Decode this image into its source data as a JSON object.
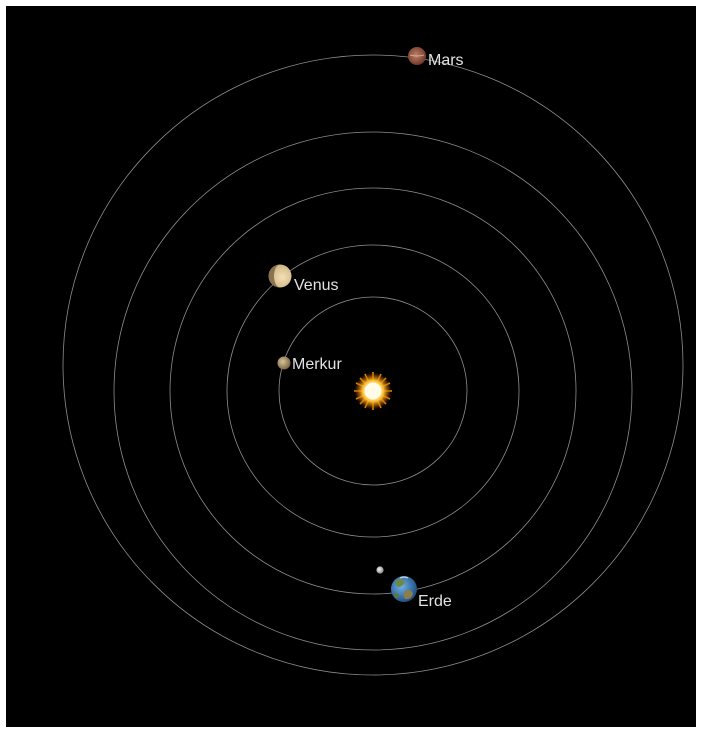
{
  "app": {
    "view": "solar-system-orbit-view"
  },
  "colors": {
    "background": "#000000",
    "orbit": "#bdbdbd",
    "label": "#e2e2e2",
    "sun_core": "#fffde8",
    "sun_glow": "#ffb300"
  },
  "bodies": {
    "sun": {
      "icon": "sun-icon"
    },
    "mercury": {
      "label": "Merkur",
      "icon": "mercury-icon"
    },
    "venus": {
      "label": "Venus",
      "icon": "venus-icon"
    },
    "earth": {
      "label": "Erde",
      "icon": "earth-icon"
    },
    "moon": {
      "icon": "moon-icon"
    },
    "mars": {
      "label": "Mars",
      "icon": "mars-icon"
    }
  }
}
